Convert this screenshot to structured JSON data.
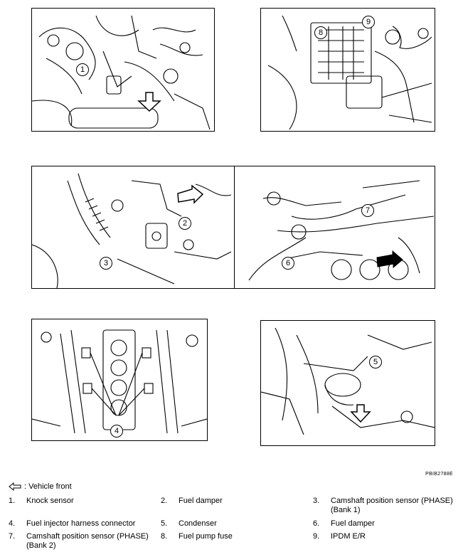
{
  "figure_code": "PBIB2788E",
  "vehicle_front_label": ": Vehicle front",
  "callouts": [
    "1",
    "2",
    "3",
    "4",
    "5",
    "6",
    "7",
    "8",
    "9"
  ],
  "parts": [
    {
      "number": "1.",
      "name": "Knock sensor"
    },
    {
      "number": "2.",
      "name": "Fuel damper"
    },
    {
      "number": "3.",
      "name": "Camshaft position sensor (PHASE) (Bank 1)"
    },
    {
      "number": "4.",
      "name": "Fuel injector harness connector"
    },
    {
      "number": "5.",
      "name": "Condenser"
    },
    {
      "number": "6.",
      "name": "Fuel damper"
    },
    {
      "number": "7.",
      "name": "Camshaft position sensor (PHASE) (Bank 2)"
    },
    {
      "number": "8.",
      "name": "Fuel pump fuse"
    },
    {
      "number": "9.",
      "name": "IPDM E/R"
    }
  ],
  "icons": {
    "vehicle_front": "outline-arrow-left-icon",
    "direction": "block-arrow-icon"
  }
}
